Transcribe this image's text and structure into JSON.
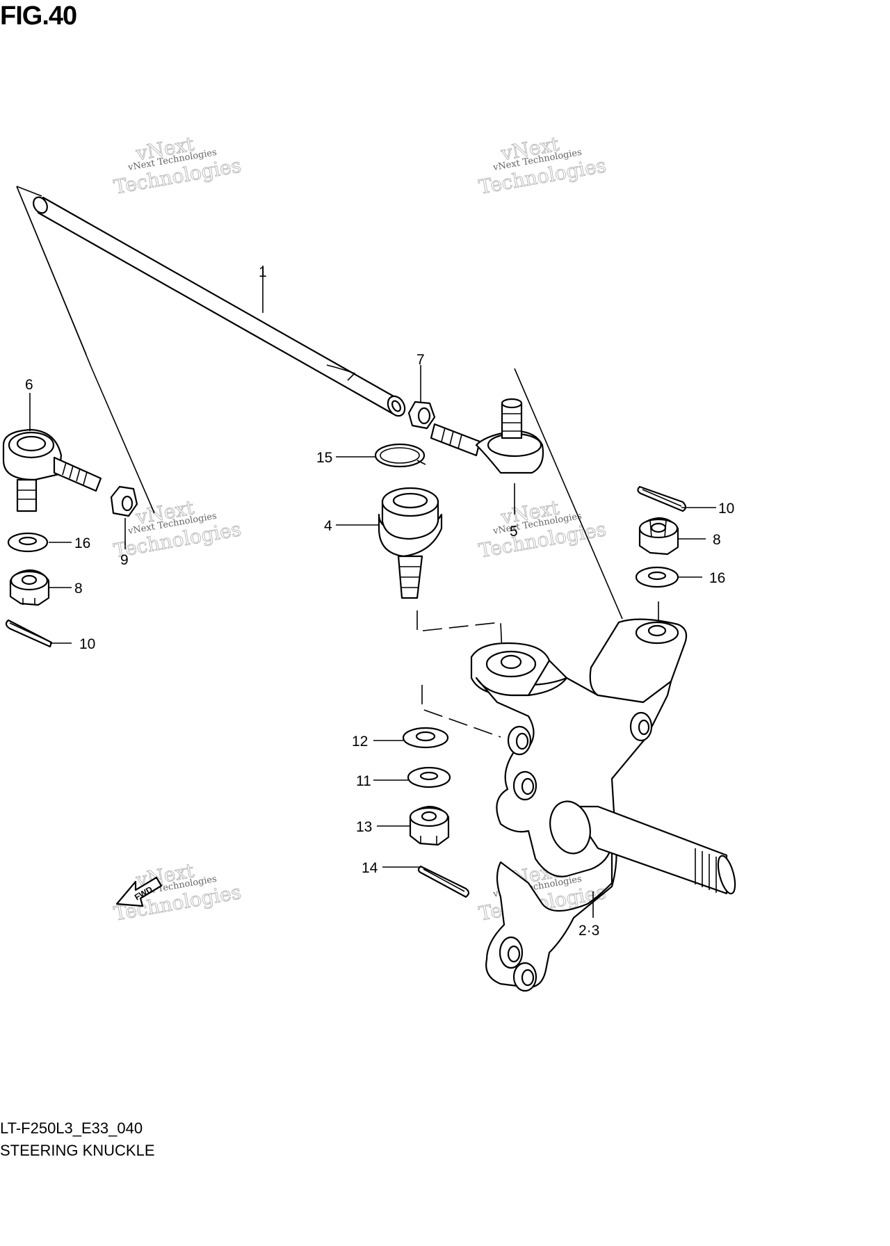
{
  "figure": {
    "title": "FIG.40",
    "model_code": "LT-F250L3_E33_040",
    "name": "STEERING KNUCKLE"
  },
  "watermark": {
    "small": "vNext Technologies",
    "big_line1": "vNext",
    "big_line2": "Technologies"
  },
  "fwd_label": "FWD",
  "callouts": [
    {
      "id": "c1",
      "label": "1"
    },
    {
      "id": "c6",
      "label": "6"
    },
    {
      "id": "c7",
      "label": "7"
    },
    {
      "id": "c15",
      "label": "15"
    },
    {
      "id": "c4",
      "label": "4"
    },
    {
      "id": "c5",
      "label": "5"
    },
    {
      "id": "c9",
      "label": "9"
    },
    {
      "id": "c16a",
      "label": "16"
    },
    {
      "id": "c8a",
      "label": "8"
    },
    {
      "id": "c10a",
      "label": "10"
    },
    {
      "id": "c10b",
      "label": "10"
    },
    {
      "id": "c8b",
      "label": "8"
    },
    {
      "id": "c16b",
      "label": "16"
    },
    {
      "id": "c12",
      "label": "12"
    },
    {
      "id": "c11",
      "label": "11"
    },
    {
      "id": "c13",
      "label": "13"
    },
    {
      "id": "c14",
      "label": "14"
    },
    {
      "id": "c23",
      "label": "2·3"
    }
  ]
}
